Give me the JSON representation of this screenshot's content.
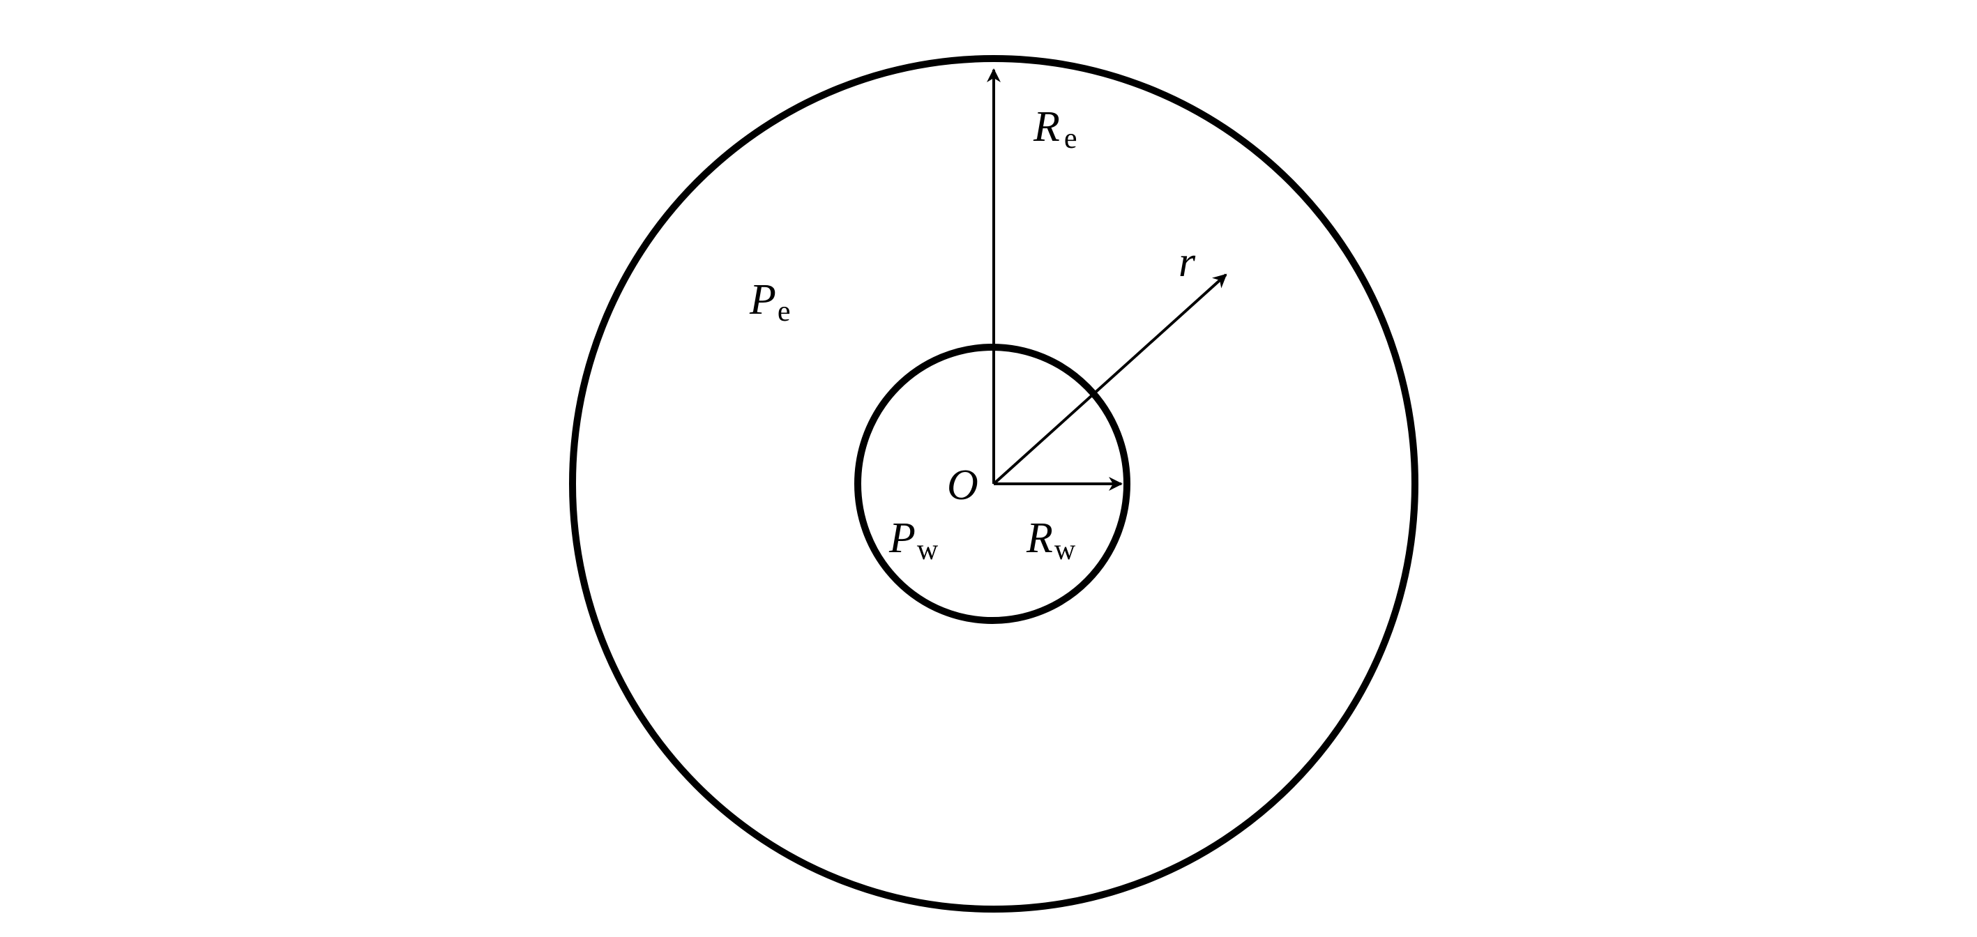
{
  "colors": {
    "stroke": "#000000",
    "background": "#ffffff"
  },
  "labels": {
    "outer_radius": {
      "main": "R",
      "sub": "e"
    },
    "outer_pressure": {
      "main": "P",
      "sub": "e"
    },
    "radial_coordinate": {
      "main": "r"
    },
    "origin": {
      "main": "O"
    },
    "wellbore_pressure": {
      "main": "P",
      "sub": "w"
    },
    "wellbore_radius": {
      "main": "R",
      "sub": "w"
    }
  }
}
